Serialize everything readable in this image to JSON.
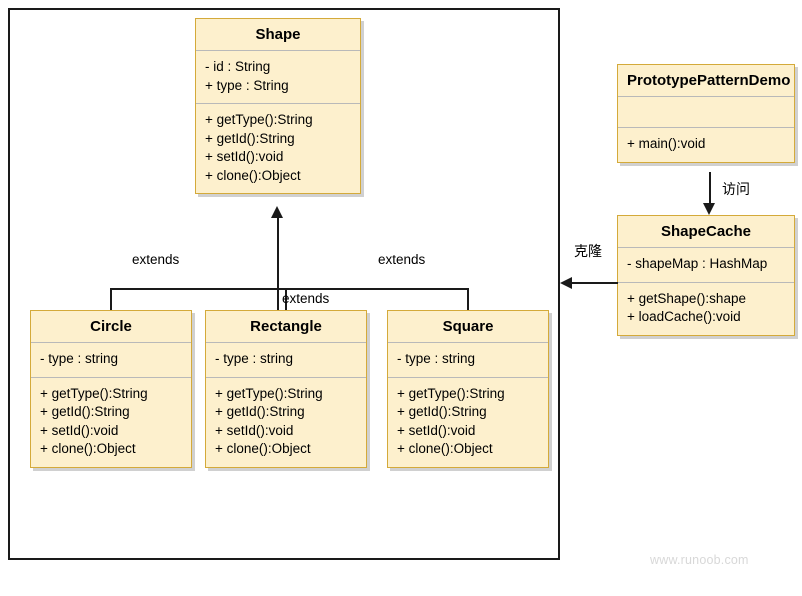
{
  "diagram": {
    "title": "Prototype Pattern UML Class Diagram",
    "watermark": "www.runoob.com",
    "colors": {
      "class_fill": "#fdf0cd",
      "class_border": "#d4aa3a",
      "line": "#1a1a1a",
      "separator": "#b9b9b9",
      "watermark": "#d8d8d8"
    }
  },
  "classes": {
    "shape": {
      "name": "Shape",
      "attributes": [
        "-  id : String",
        "+ type : String"
      ],
      "methods": [
        "+ getType():String",
        "+ getId():String",
        "+ setId():void",
        "+ clone():Object"
      ]
    },
    "circle": {
      "name": "Circle",
      "attributes": [
        "- type : string"
      ],
      "methods": [
        "+ getType():String",
        "+ getId():String",
        "+ setId():void",
        "+ clone():Object"
      ]
    },
    "rectangle": {
      "name": "Rectangle",
      "attributes": [
        "- type : string"
      ],
      "methods": [
        "+ getType():String",
        "+ getId():String",
        "+ setId():void",
        "+ clone():Object"
      ]
    },
    "square": {
      "name": "Square",
      "attributes": [
        "- type : string"
      ],
      "methods": [
        "+ getType():String",
        "+ getId():String",
        "+ setId():void",
        "+ clone():Object"
      ]
    },
    "demo": {
      "name": "PrototypePatternDemo",
      "attributes": [],
      "methods": [
        "+ main():void"
      ]
    },
    "shapecache": {
      "name": "ShapeCache",
      "attributes": [
        "- shapeMap : HashMap"
      ],
      "methods": [
        "+ getShape():shape",
        "+ loadCache():void"
      ]
    }
  },
  "relations": {
    "extends_circle": "extends",
    "extends_rectangle": "extends",
    "extends_square": "extends",
    "demo_to_cache": "访问",
    "cache_to_shapes": "克隆"
  }
}
